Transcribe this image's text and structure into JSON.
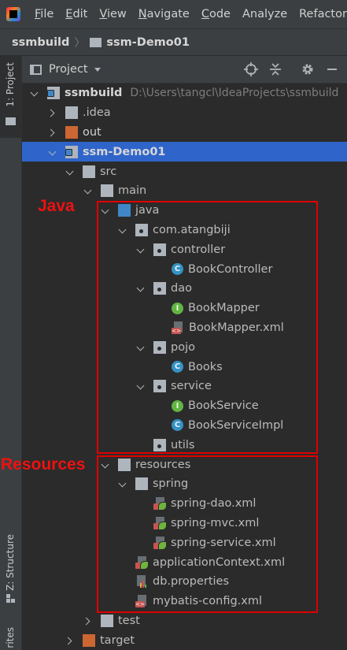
{
  "menu": {
    "items": [
      {
        "mn": "F",
        "rest": "ile"
      },
      {
        "mn": "E",
        "rest": "dit"
      },
      {
        "mn": "V",
        "rest": "iew"
      },
      {
        "mn": "N",
        "rest": "avigate"
      },
      {
        "mn": "C",
        "rest": "ode"
      },
      {
        "mn": "",
        "rest": "Analyze"
      },
      {
        "mn": "",
        "rest": "Refactor"
      }
    ]
  },
  "breadcrumb": {
    "root": "ssmbuild",
    "module": "ssm-Demo01"
  },
  "left_strip": {
    "project_tab": "1: Project",
    "structure_tab": "Z: Structure",
    "favorites_tab": "rites"
  },
  "panel": {
    "title": "Project"
  },
  "tree": {
    "rows": [
      {
        "label": "ssmbuild",
        "path": "D:\\Users\\tangcl\\IdeaProjects\\ssmbuild",
        "bold": true
      },
      {
        "label": ".idea"
      },
      {
        "label": "out"
      },
      {
        "label": "ssm-Demo01",
        "bold": true,
        "selected": true
      },
      {
        "label": "src"
      },
      {
        "label": "main"
      },
      {
        "label": "java"
      },
      {
        "label": "com.atangbiji"
      },
      {
        "label": "controller"
      },
      {
        "label": "BookController"
      },
      {
        "label": "dao"
      },
      {
        "label": "BookMapper"
      },
      {
        "label": "BookMapper.xml"
      },
      {
        "label": "pojo"
      },
      {
        "label": "Books"
      },
      {
        "label": "service"
      },
      {
        "label": "BookService"
      },
      {
        "label": "BookServiceImpl"
      },
      {
        "label": "utils"
      },
      {
        "label": "resources"
      },
      {
        "label": "spring"
      },
      {
        "label": "spring-dao.xml"
      },
      {
        "label": "spring-mvc.xml"
      },
      {
        "label": "spring-service.xml"
      },
      {
        "label": "applicationContext.xml"
      },
      {
        "label": "db.properties"
      },
      {
        "label": "mybatis-config.xml"
      },
      {
        "label": "test"
      },
      {
        "label": "target"
      }
    ]
  },
  "annotations": {
    "java_label": "Java",
    "resources_label": "Resources",
    "box_color": "#e00000"
  },
  "colors": {
    "background": "#2b2b2b",
    "chrome": "#3c3f41",
    "selection": "#2f65ca",
    "folder_blue": "#3f87c7",
    "folder_orange": "#cc6633"
  }
}
